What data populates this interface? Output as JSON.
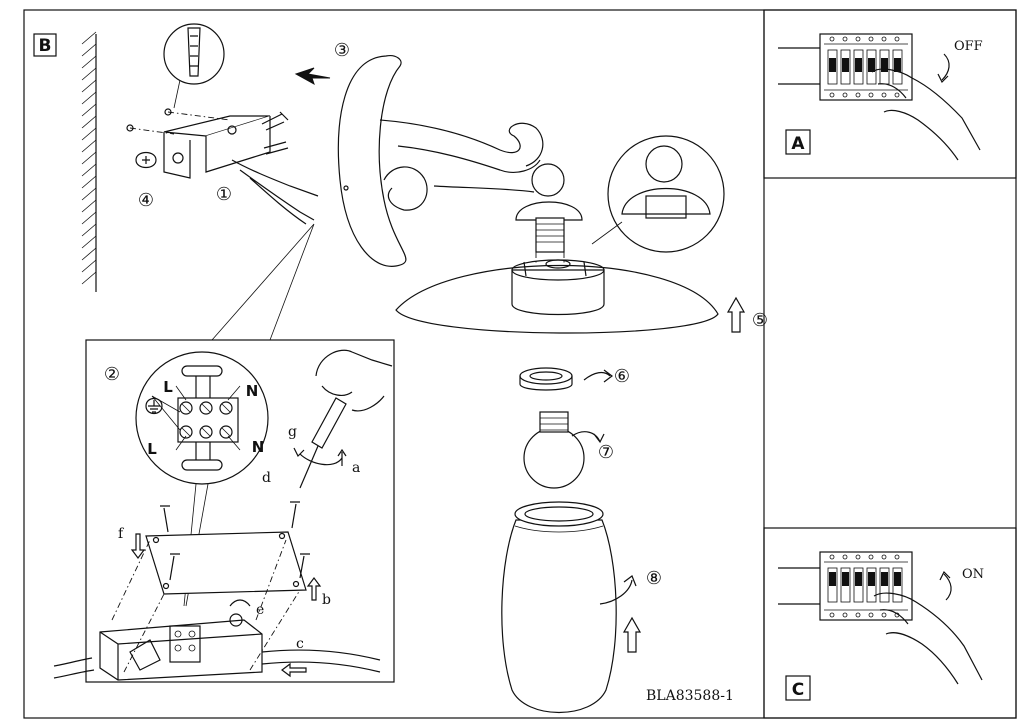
{
  "panels": {
    "main": {
      "label": "B"
    },
    "top_right": {
      "label": "A",
      "switch_text": "OFF"
    },
    "bottom_right": {
      "label": "C",
      "switch_text": "ON"
    }
  },
  "steps": [
    "①",
    "②",
    "③",
    "④",
    "⑤",
    "⑥",
    "⑦",
    "⑧"
  ],
  "sub_steps": [
    "a",
    "b",
    "c",
    "d",
    "e",
    "f",
    "g"
  ],
  "terminals": {
    "live": "L",
    "neutral": "N"
  },
  "model_code": "BLA83588-1"
}
